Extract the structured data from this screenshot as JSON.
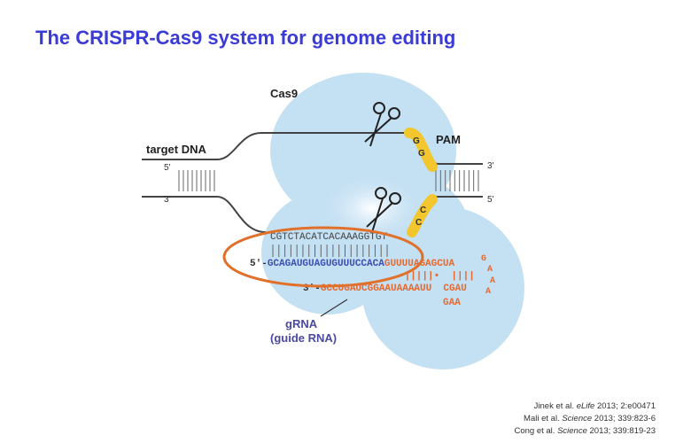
{
  "title": "The CRISPR-Cas9 system for genome editing",
  "diagram": {
    "cas9_label": "Cas9",
    "target_dna_label": "target DNA",
    "pam_label": "PAM",
    "ends": {
      "left_top": "5'",
      "left_bottom": "3'",
      "right_top": "3'",
      "right_bottom": "5'"
    },
    "pam_top": [
      "G",
      "G"
    ],
    "pam_bottom": [
      "C",
      "C"
    ],
    "target_seq": "CGTCTACATCACAAAGGTGT",
    "grna_5_prefix": "5'-",
    "grna_guide_seq": "GCAGAUGUAGUGUUUCCACA",
    "grna_scaffold_seq": "GUUUUAGAGCUA",
    "loop": [
      "G",
      "A",
      "A",
      "A"
    ],
    "pairing_marks": "•|||||•  ||||",
    "grna_3_prefix": "3'-",
    "grna_bottom_seq": "GCCUGAUCGGAAUAAAAUU  CGAU",
    "loop_bottom": "GAA",
    "grna_label": "gRNA",
    "grna_sublabel": "(guide RNA)",
    "colors": {
      "protein": "#c4e0f3",
      "guide": "#3b4fb0",
      "scaffold": "#e8692f",
      "pam": "#f2c62c",
      "highlight": "#e0702a"
    }
  },
  "references": [
    {
      "authors": "Jinek et al. ",
      "journal": "eLife",
      "rest": " 2013; 2:e00471"
    },
    {
      "authors": "Mali et al. ",
      "journal": "Science",
      "rest": " 2013; 339:823-6"
    },
    {
      "authors": "Cong et al. ",
      "journal": "Science",
      "rest": " 2013; 339:819-23"
    }
  ]
}
